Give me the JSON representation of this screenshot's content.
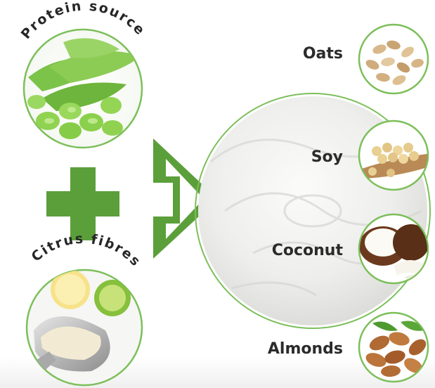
{
  "left": {
    "protein_label": "Protein source",
    "citrus_label": "Citrus fibres"
  },
  "right": {
    "ingredients": [
      {
        "label": "Oats",
        "icon": "oats-icon"
      },
      {
        "label": "Soy",
        "icon": "soybeans-icon"
      },
      {
        "label": "Coconut",
        "icon": "coconut-icon"
      },
      {
        "label": "Almonds",
        "icon": "almonds-icon"
      }
    ]
  },
  "colors": {
    "accent_green": "#5b9f3a",
    "ring_green": "#7cbf5a",
    "label_text": "#2b2b2b",
    "yogurt": "#f3f3f1"
  }
}
